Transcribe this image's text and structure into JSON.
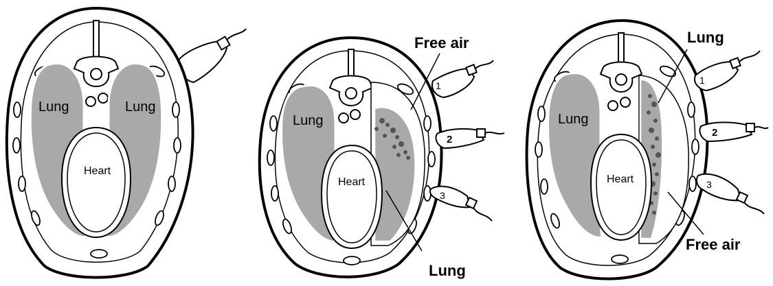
{
  "panels": [
    {
      "labels": {
        "lung_left": "Lung",
        "lung_right": "Lung",
        "heart": "Heart"
      }
    },
    {
      "labels": {
        "lung_left": "Lung",
        "heart": "Heart",
        "free_air": "Free air",
        "lung_bottom": "Lung"
      },
      "probes": [
        "1",
        "2",
        "3"
      ]
    },
    {
      "labels": {
        "lung_left": "Lung",
        "heart": "Heart",
        "lung_top": "Lung",
        "free_air": "Free air"
      },
      "probes": [
        "1",
        "2",
        "3"
      ]
    }
  ],
  "colors": {
    "lung_fill": "#a9a9a9",
    "outline": "#000000",
    "background": "#ffffff"
  }
}
